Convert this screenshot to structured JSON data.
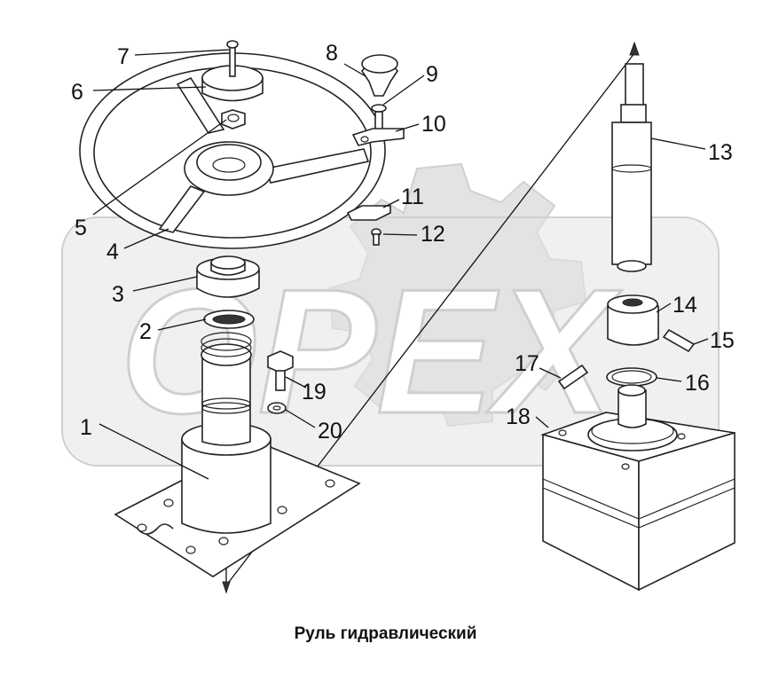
{
  "caption": "Руль гидравлический",
  "watermark": "ОРЕХ",
  "callouts": [
    "1",
    "2",
    "3",
    "4",
    "5",
    "6",
    "7",
    "8",
    "9",
    "10",
    "11",
    "12",
    "13",
    "14",
    "15",
    "16",
    "17",
    "18",
    "19",
    "20"
  ],
  "colors": {
    "ink": "#111111",
    "watermark_fill": "#e3e3e3",
    "background": "#ffffff"
  }
}
